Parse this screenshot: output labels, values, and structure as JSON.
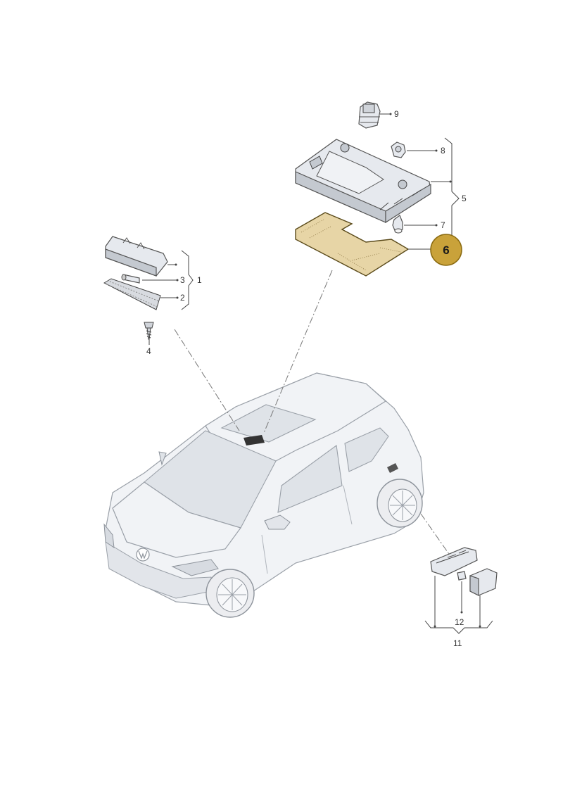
{
  "callouts": [
    {
      "id": "1",
      "label": "1"
    },
    {
      "id": "2",
      "label": "2"
    },
    {
      "id": "3",
      "label": "3"
    },
    {
      "id": "4",
      "label": "4"
    },
    {
      "id": "5",
      "label": "5"
    },
    {
      "id": "6",
      "label": "6",
      "highlighted": true
    },
    {
      "id": "7",
      "label": "7"
    },
    {
      "id": "8",
      "label": "8"
    },
    {
      "id": "9",
      "label": "9"
    },
    {
      "id": "11",
      "label": "11"
    },
    {
      "id": "12",
      "label": "12"
    }
  ],
  "colors": {
    "highlight_fill": "#c9a23a",
    "highlight_stroke": "#8a6a10",
    "gasket_fill": "#e7d5a6",
    "gasket_stroke": "#5a4a1a",
    "line": "#444444"
  }
}
